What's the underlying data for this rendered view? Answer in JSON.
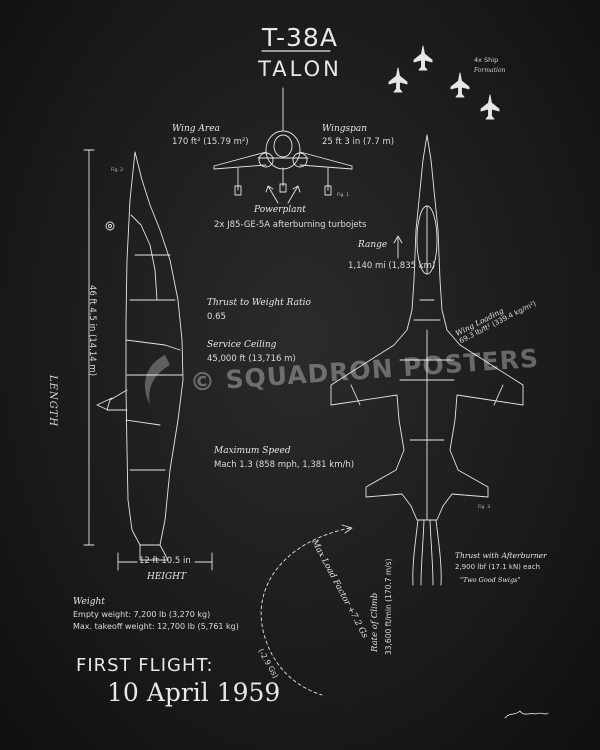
{
  "title": {
    "model": "T-38A",
    "name": "TALON"
  },
  "formation": {
    "line1": "4x Ship",
    "line2": "Formation"
  },
  "specs": {
    "wing_area_label": "Wing Area",
    "wing_area_value": "170 ft² (15.79 m²)",
    "wingspan_label": "Wingspan",
    "wingspan_value": "25 ft 3 in (7.7 m)",
    "powerplant_label": "Powerplant",
    "powerplant_value": "2x J85-GE-5A afterburning turbojets",
    "range_label": "Range",
    "range_value": "1,140 mi (1,835 km)",
    "twr_label": "Thrust to Weight Ratio",
    "twr_value": "0.65",
    "ceiling_label": "Service Ceiling",
    "ceiling_value": "45,000 ft (13,716 m)",
    "max_speed_label": "Maximum Speed",
    "max_speed_value": "Mach 1.3 (858 mph, 1,381 km/h)",
    "length_label": "LENGTH",
    "length_value": "46 ft 4.5 in (14.14 m)",
    "height_value": "12 ft 10.5 in",
    "height_label": "HEIGHT",
    "wing_loading_label": "Wing Loading",
    "wing_loading_value": "69.3 lb/ft² (339.4 kg/m²)",
    "weight_label": "Weight",
    "empty_weight": "Empty weight: 7,200 lb (3,270 kg)",
    "max_takeoff": "Max. takeoff weight: 12,700 lb (5,761 kg)",
    "load_factor": "Max Load Factor +7.2 Gs",
    "load_factor_neg": "(-2.9 Gs)",
    "climb_label": "Rate of Climb",
    "climb_value": "33,600 ft/min (170.7 m/s)",
    "thrust_label": "Thrust with Afterburner",
    "thrust_value": "2,900 lbf (17.1 kN) each",
    "nickname": "\"Two Good Swigs\""
  },
  "figures": {
    "fig1": "Fig. 1",
    "fig2": "Fig. 2",
    "fig3": "Fig. 3"
  },
  "first_flight": {
    "label": "FIRST FLIGHT:",
    "date": "10 April 1959"
  },
  "watermark": "© SQUADRON POSTERS",
  "colors": {
    "background": "#1c1c1c",
    "chalk": "#e8e8e8"
  }
}
